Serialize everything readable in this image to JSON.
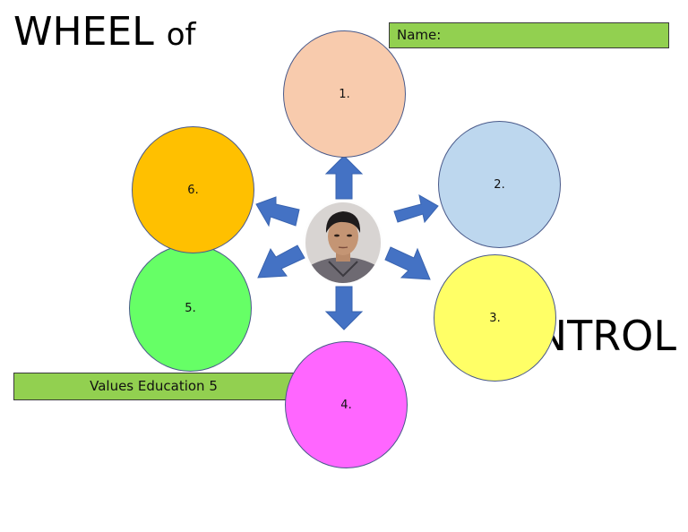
{
  "title": {
    "wheel": "WHEEL",
    "of": "of",
    "control": "CONTROL"
  },
  "name_label": "Name:",
  "subject_label": "Values Education 5",
  "circles": [
    "1.",
    "2.",
    "3.",
    "4.",
    "5.",
    "6."
  ],
  "colors": {
    "circle1": "#f8cbad",
    "circle2": "#bdd7ee",
    "circle3": "#ffff66",
    "circle4": "#ff66ff",
    "circle5": "#66ff66",
    "circle6": "#ffc000",
    "label_box": "#92d050",
    "arrow": "#4472c4"
  },
  "icons": [
    "arrow-up-icon",
    "arrow-upper-right-icon",
    "arrow-lower-right-icon",
    "arrow-down-icon",
    "arrow-lower-left-icon",
    "arrow-upper-left-icon"
  ]
}
